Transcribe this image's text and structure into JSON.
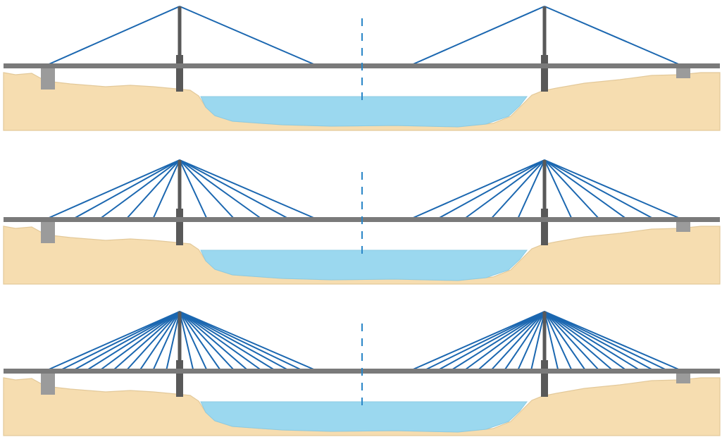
{
  "colors": {
    "background": "#ffffff",
    "ground": "#f6ddb0",
    "ground_edge": "#e3c99a",
    "water": "#9bd8ef",
    "water_edge": "#8ccbe3",
    "deck": "#7a7a7a",
    "pylon": "#595959",
    "abutment": "#9b9b9b",
    "cable": "#1b67b0",
    "centerline": "#2a86c7"
  },
  "panels": [
    {
      "cables_per_side": 1
    },
    {
      "cables_per_side": 5
    },
    {
      "cables_per_side": 10
    }
  ]
}
